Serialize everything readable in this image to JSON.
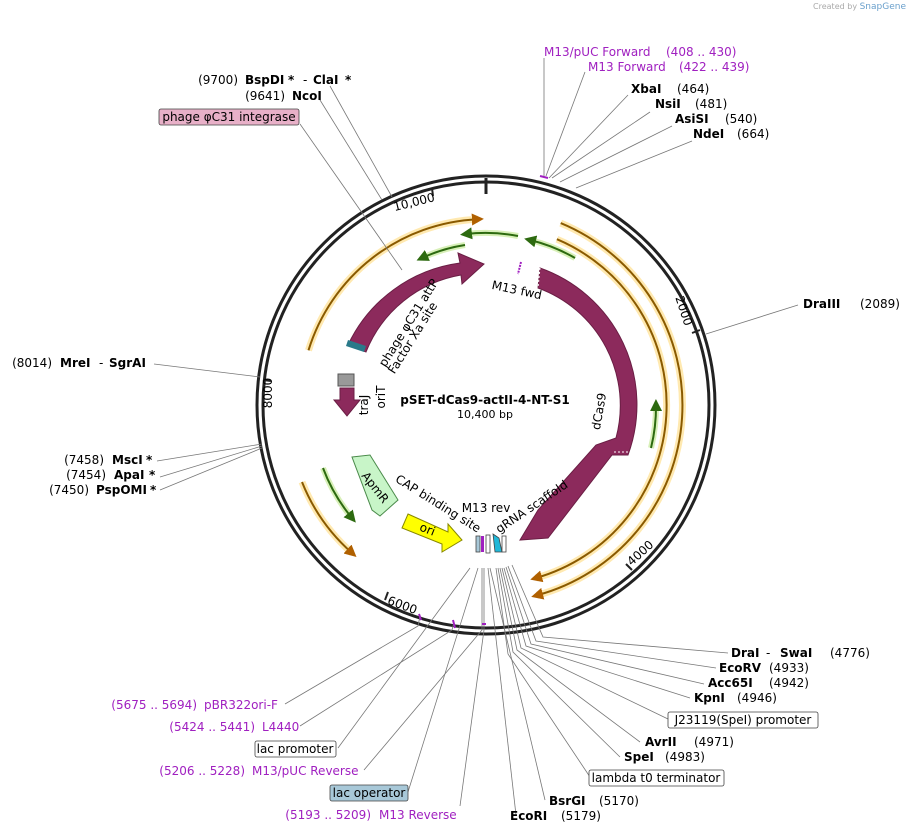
{
  "credit": {
    "prefix": "Created by",
    "brand": "SnapGene"
  },
  "center": {
    "name": "pSET-dCas9-actII-4-NT-S1",
    "size": "10,400 bp"
  },
  "ticks": {
    "t10000": "10,000",
    "t2000": "2000",
    "t4000": "4000",
    "t6000": "6000",
    "t8000": "8000"
  },
  "features": {
    "f_attP": "phage φC31 attP",
    "f_factorxa": "Factor Xa site",
    "f_m13fwd": "M13 fwd",
    "f_dcas9": "dCas9",
    "f_trai": "traJ",
    "f_orit": "oriT",
    "f_apmr": "ApmR",
    "f_cap": "CAP binding site",
    "f_ori": "ori",
    "f_m13rev": "M13 rev",
    "f_grna": "gRNA scaffold"
  },
  "labels": {
    "bspdi": {
      "pos": "(9700)",
      "name": "BspDI",
      "star": "*",
      "sep": "-",
      "name2": "ClaI",
      "star2": "*"
    },
    "ncoi": {
      "pos": "(9641)",
      "name": "NcoI"
    },
    "integrase": {
      "name": "phage φC31 integrase"
    },
    "m13puc_fwd": {
      "name": "M13/pUC Forward",
      "pos": "(408 .. 430)"
    },
    "m13_fwd": {
      "name": "M13 Forward",
      "pos": "(422 .. 439)"
    },
    "xbai": {
      "name": "XbaI",
      "pos": "(464)"
    },
    "nsii": {
      "name": "NsiI",
      "pos": "(481)"
    },
    "asisi": {
      "name": "AsiSI",
      "pos": "(540)"
    },
    "ndei": {
      "name": "NdeI",
      "pos": "(664)"
    },
    "draiii": {
      "name": "DraIII",
      "pos": "(2089)"
    },
    "mrei": {
      "pos": "(8014)",
      "name": "MreI",
      "sep": "-",
      "name2": "SgrAI"
    },
    "msci": {
      "pos": "(7458)",
      "name": "MscI",
      "star": "*"
    },
    "apai": {
      "pos": "(7454)",
      "name": "ApaI",
      "star": "*"
    },
    "pspomi": {
      "pos": "(7450)",
      "name": "PspOMI",
      "star": "*"
    },
    "drai": {
      "name": "DraI",
      "sep": "-",
      "name2": "SwaI",
      "pos": "(4776)"
    },
    "ecorv": {
      "name": "EcoRV",
      "pos": "(4933)"
    },
    "acc65i": {
      "name": "Acc65I",
      "pos": "(4942)"
    },
    "kpni": {
      "name": "KpnI",
      "pos": "(4946)"
    },
    "j23119": {
      "name": "J23119(SpeI) promoter"
    },
    "avrii": {
      "name": "AvrII",
      "pos": "(4971)"
    },
    "spei": {
      "name": "SpeI",
      "pos": "(4983)"
    },
    "lambda": {
      "name": "lambda t0 terminator"
    },
    "bsrgi": {
      "name": "BsrGI",
      "pos": "(5170)"
    },
    "ecori": {
      "name": "EcoRI",
      "pos": "(5179)"
    },
    "pbr322": {
      "pos": "(5675 .. 5694)",
      "name": "pBR322ori-F"
    },
    "l4440": {
      "pos": "(5424 .. 5441)",
      "name": "L4440"
    },
    "lacprom": {
      "name": "lac promoter"
    },
    "m13puc_rev": {
      "pos": "(5206 .. 5228)",
      "name": "M13/pUC Reverse"
    },
    "lacop": {
      "name": "lac operator"
    },
    "m13_rev": {
      "pos": "(5193 .. 5209)",
      "name": "M13 Reverse"
    }
  },
  "colors": {
    "backbone": "#222222",
    "dcas9": "#8c2a5c",
    "orange_feature": "#f0b040",
    "green_feature": "#5a9e1e",
    "primer": "#a020c0",
    "ori": "#ffff00",
    "apmr": "#c8f5c8",
    "lac_operator": "#a8c8d8",
    "integrase_box": "#e8b0c8"
  }
}
